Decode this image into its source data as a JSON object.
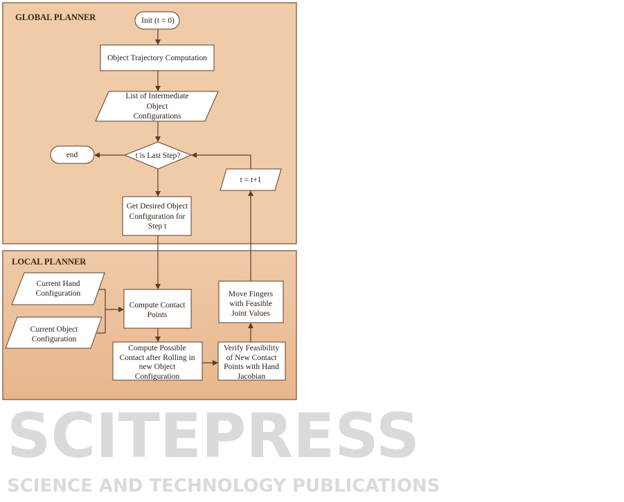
{
  "global_planner": {
    "title": "GLOBAL PLANNER",
    "init": "Init (t = 0)",
    "trajectory": "Object Trajectory Computation",
    "intermediate": [
      "List of Intermediate",
      "Object",
      "Configurations"
    ],
    "decision": "t is Last Step?",
    "end": "end",
    "increment": "t = t+1",
    "desired": [
      "Get Desired Object",
      "Configuration for",
      "Step t"
    ]
  },
  "local_planner": {
    "title": "LOCAL PLANNER",
    "hand": [
      "Current Hand",
      "Configuration"
    ],
    "object": [
      "Current Object",
      "Configuration"
    ],
    "contact": [
      "Compute Contact",
      "Points"
    ],
    "rolling": [
      "Compute Possible",
      "Contact after Rolling in",
      "new Object",
      "Configuration"
    ],
    "verify": [
      "Verify Feasibility",
      "of New Contact",
      "Points with Hand",
      "Jacobian"
    ],
    "move": [
      "Move Fingers",
      "with Feasible",
      "Joint Values"
    ]
  },
  "watermark": {
    "main": "SCITEPRESS",
    "sub": "SCIENCE AND TECHNOLOGY PUBLICATIONS"
  },
  "colors": {
    "global_bg": "#f0cba8",
    "local_bg": "#ecc29d",
    "border": "#8a6a50",
    "line": "#5a3d28"
  }
}
